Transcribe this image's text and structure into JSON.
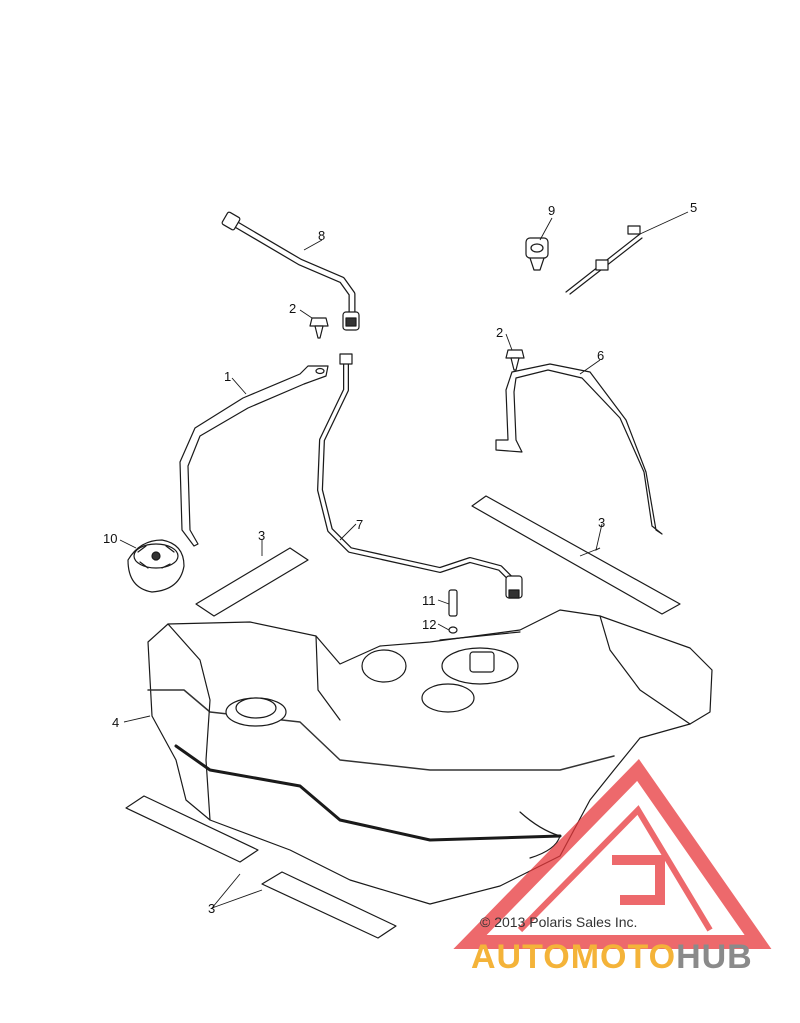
{
  "diagram": {
    "callouts": {
      "c1": "1",
      "c2a": "2",
      "c2b": "2",
      "c3a": "3",
      "c3b": "3",
      "c3c": "3",
      "c4": "4",
      "c5": "5",
      "c6": "6",
      "c7": "7",
      "c8": "8",
      "c9": "9",
      "c10": "10",
      "c11": "11",
      "c12": "12"
    },
    "copyright": "© 2013 Polaris Sales Inc.",
    "watermark": {
      "part1": "AUTOMOTO",
      "part2": "HUB",
      "color_primary": "#f4b339",
      "color_secondary": "#8a8a8a",
      "logo_color": "#e8383b"
    }
  }
}
